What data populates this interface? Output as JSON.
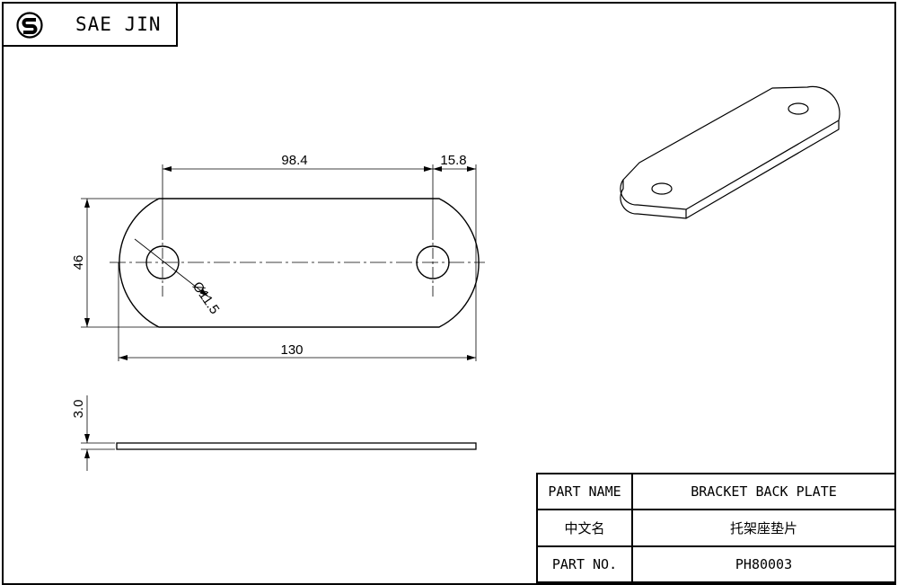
{
  "brand": {
    "name": "SAE JIN",
    "logo_icon": "sae-jin-logo-icon"
  },
  "drawing": {
    "dims": {
      "hole_spacing": "98.4",
      "hole_to_end": "15.8",
      "height": "46",
      "hole_diameter": "Ø11.5",
      "length": "130",
      "thickness": "3.0"
    }
  },
  "title_block": {
    "part_name_label": "PART NAME",
    "part_name_value": "BRACKET BACK PLATE",
    "chinese_name_label": "中文名",
    "chinese_name_value": "托架座垫片",
    "part_no_label": "PART NO.",
    "part_no_value": "PH80003"
  }
}
